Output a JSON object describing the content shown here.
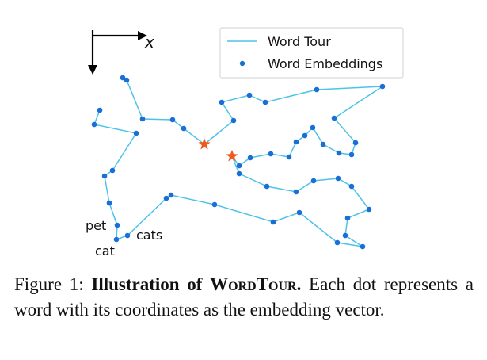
{
  "chart_data": {
    "type": "scatter",
    "axis_label": "x",
    "legend": {
      "placement": "top-right",
      "entries": [
        "Word Tour",
        "Word Embeddings"
      ]
    },
    "colors": {
      "line": "#4ec3e8",
      "dot": "#1a6fd6",
      "star": "#f05a1e"
    },
    "tour": [
      [
        155,
        98
      ],
      [
        160,
        101
      ],
      [
        180,
        150
      ],
      [
        218,
        151
      ],
      [
        232,
        162
      ],
      [
        258,
        182
      ],
      [
        295,
        152
      ],
      [
        280,
        129
      ],
      [
        315,
        120
      ],
      [
        335,
        129
      ],
      [
        400,
        113
      ],
      [
        483,
        109
      ],
      [
        422,
        149
      ],
      [
        449,
        180
      ],
      [
        444,
        195
      ],
      [
        428,
        193
      ],
      [
        408,
        182
      ],
      [
        395,
        161
      ],
      [
        385,
        171
      ],
      [
        374,
        179
      ],
      [
        365,
        198
      ],
      [
        342,
        194
      ],
      [
        316,
        199
      ],
      [
        302,
        209
      ],
      [
        293,
        197
      ],
      [
        302,
        219
      ],
      [
        337,
        235
      ],
      [
        374,
        242
      ],
      [
        396,
        228
      ],
      [
        427,
        225
      ],
      [
        444,
        235
      ],
      [
        466,
        264
      ],
      [
        439,
        275
      ],
      [
        436,
        297
      ],
      [
        458,
        311
      ],
      [
        426,
        306
      ],
      [
        378,
        268
      ],
      [
        345,
        280
      ],
      [
        271,
        258
      ],
      [
        216,
        246
      ],
      [
        210,
        250
      ],
      [
        161,
        297
      ],
      [
        147,
        302
      ],
      [
        148,
        284
      ],
      [
        138,
        256
      ],
      [
        132,
        222
      ],
      [
        142,
        215
      ],
      [
        172,
        168
      ],
      [
        119,
        157
      ],
      [
        126,
        139
      ]
    ],
    "stars": [
      [
        258,
        182
      ],
      [
        293,
        197
      ]
    ],
    "labels": [
      {
        "text": "pet",
        "at": [
          148,
          284
        ]
      },
      {
        "text": "cats",
        "at": [
          161,
          297
        ]
      },
      {
        "text": "cat",
        "at": [
          147,
          302
        ]
      }
    ]
  },
  "caption": {
    "lead": "Figure 1: ",
    "title_pre": "Illustration of ",
    "title_sc": "WordTour",
    "title_post": ".",
    "body": " Each dot represents a word with its coordinates as the embedding vector."
  }
}
